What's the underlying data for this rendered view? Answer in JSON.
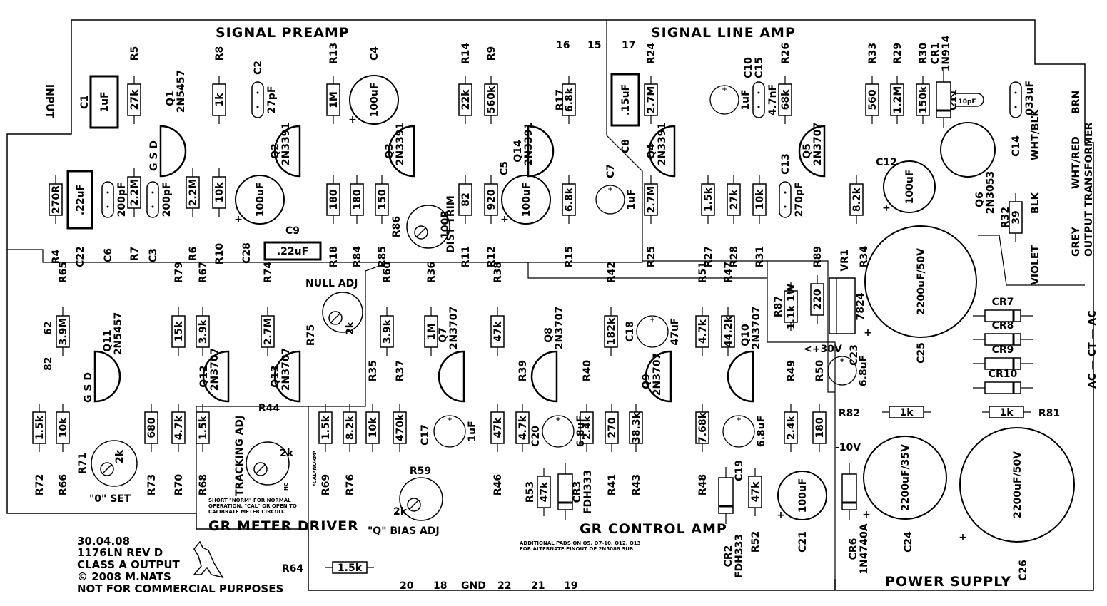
{
  "sections": {
    "signal_preamp": "SIGNAL PREAMP",
    "signal_line_amp": "SIGNAL LINE AMP",
    "gr_meter_driver": "GR METER DRIVER",
    "gr_control_amp": "GR CONTROL AMP",
    "power_supply": "POWER SUPPLY"
  },
  "labels": {
    "input": "INPUT",
    "null_adj": "NULL ADJ",
    "tracking_adj": "TRACKING ADJ",
    "q_bias_adj": "\"Q\" BIAS ADJ",
    "zero_set": "\"0\" SET",
    "dist_trim": "DIST TRIM",
    "plus30v": "<+30V",
    "minus10v": "-10V",
    "output_transformer": "OUTPUT TRANSFORMER",
    "grey": "GREY",
    "violet": "VIOLET",
    "wht_red": "WHT/RED",
    "blk": "BLK",
    "brn": "BRN",
    "wht_blk": "WHT/BLK",
    "ac_ct_ac": "AC — CT — AC",
    "short_note_1": "SHORT \"NORM\" FOR NORMAL",
    "short_note_2": "OPERATION, \"CAL\" OR OPEN TO",
    "short_note_3": "CALIBRATE METER CIRCUIT.",
    "pads_note_1": "ADDITIONAL PADS ON Q5, Q7-10, Q12, Q13",
    "pads_note_2": "FOR ALTERNATE PINOUT OF 2N5088 SUB",
    "cal_norm": "*CAL*NORM*",
    "nc": "NC",
    "gsd": "G S D"
  },
  "info_block": {
    "date": "30.04.08",
    "model": "1176LN REV D",
    "output": "CLASS A OUTPUT",
    "copyright": "© 2008 M.NATS",
    "note": "NOT FOR COMMERCIAL PURPOSES"
  },
  "pins": {
    "p16": "16",
    "p15": "15",
    "p17": "17",
    "p20": "20",
    "p18": "18",
    "gnd": "GND",
    "p22": "22",
    "p21": "21",
    "p19": "19",
    "p62": "62",
    "p82": "82"
  },
  "resistors": [
    {
      "ref": "R4",
      "val": "270R"
    },
    {
      "ref": "R5",
      "val": "27k"
    },
    {
      "ref": "R7",
      "val": "2.2M"
    },
    {
      "ref": "R6",
      "val": "2.2M"
    },
    {
      "ref": "R8",
      "val": "1k"
    },
    {
      "ref": "R10",
      "val": "10k"
    },
    {
      "ref": "R13",
      "val": "1M"
    },
    {
      "ref": "R18",
      "val": "180"
    },
    {
      "ref": "R84",
      "val": "180"
    },
    {
      "ref": "R85",
      "val": "150"
    },
    {
      "ref": "R14",
      "val": "22k"
    },
    {
      "ref": "R9",
      "val": "560k"
    },
    {
      "ref": "R11",
      "val": "82"
    },
    {
      "ref": "R12",
      "val": "920"
    },
    {
      "ref": "R17",
      "val": "6.8k"
    },
    {
      "ref": "R15",
      "val": "6.8k"
    },
    {
      "ref": "R24",
      "val": "2.7M"
    },
    {
      "ref": "R25",
      "val": "2.7M"
    },
    {
      "ref": "R26",
      "val": "68k"
    },
    {
      "ref": "R27",
      "val": "1.5k"
    },
    {
      "ref": "R28",
      "val": "27k"
    },
    {
      "ref": "R31",
      "val": "10k"
    },
    {
      "ref": "R33",
      "val": "560"
    },
    {
      "ref": "R29",
      "val": "1.2M"
    },
    {
      "ref": "R30",
      "val": "150k"
    },
    {
      "ref": "R34",
      "val": "8.2k"
    },
    {
      "ref": "R32",
      "val": "39"
    },
    {
      "ref": "R89",
      "val": "220"
    },
    {
      "ref": "R87",
      "val": "1.1k 1W"
    },
    {
      "ref": "R65",
      "val": "3.9M"
    },
    {
      "ref": "R79",
      "val": "15k"
    },
    {
      "ref": "R67",
      "val": "3.9k"
    },
    {
      "ref": "R74",
      "val": "2.7M"
    },
    {
      "ref": "R60",
      "val": "3.9k"
    },
    {
      "ref": "R36",
      "val": "1M"
    },
    {
      "ref": "R38",
      "val": "47k"
    },
    {
      "ref": "R42",
      "val": "182k"
    },
    {
      "ref": "R51",
      "val": "4.7k"
    },
    {
      "ref": "R47",
      "val": "44.2k"
    },
    {
      "ref": "R72",
      "val": "1.5k"
    },
    {
      "ref": "R66",
      "val": "10k"
    },
    {
      "ref": "R73",
      "val": "680"
    },
    {
      "ref": "R70",
      "val": "4.7k"
    },
    {
      "ref": "R68",
      "val": "1.5k"
    },
    {
      "ref": "R69",
      "val": "1.5k"
    },
    {
      "ref": "R76",
      "val": "8.2k"
    },
    {
      "ref": "R35",
      "val": "10k"
    },
    {
      "ref": "R37",
      "val": "470k"
    },
    {
      "ref": "R46",
      "val": "47k"
    },
    {
      "ref": "R39",
      "val": "4.7k"
    },
    {
      "ref": "R40",
      "val": "2.4k"
    },
    {
      "ref": "R41",
      "val": "270"
    },
    {
      "ref": "R43",
      "val": "38.3k"
    },
    {
      "ref": "R48",
      "val": "7.68k"
    },
    {
      "ref": "R49",
      "val": "2.4k"
    },
    {
      "ref": "R50",
      "val": "180"
    },
    {
      "ref": "R53",
      "val": "47k"
    },
    {
      "ref": "R52",
      "val": "47k"
    },
    {
      "ref": "R82",
      "val": "1k"
    },
    {
      "ref": "R81",
      "val": "1k"
    },
    {
      "ref": "R64",
      "val": "1.5k"
    }
  ],
  "trimmers": [
    {
      "ref": "R86",
      "val": "100R"
    },
    {
      "ref": "R75",
      "val": "2k"
    },
    {
      "ref": "R71",
      "val": "2k"
    },
    {
      "ref": "R44",
      "val": "2k"
    },
    {
      "ref": "R59",
      "val": "2k"
    }
  ],
  "capacitors": [
    {
      "ref": "C1",
      "val": "1uF"
    },
    {
      "ref": "C22",
      "val": ".22uF"
    },
    {
      "ref": "C6",
      "val": "200pF"
    },
    {
      "ref": "C3",
      "val": "200pF"
    },
    {
      "ref": "C2",
      "val": "27pF"
    },
    {
      "ref": "C28",
      "val": "100uF"
    },
    {
      "ref": "C9",
      "val": ".22uF"
    },
    {
      "ref": "C4",
      "val": "100uF"
    },
    {
      "ref": "C5",
      "val": "100uF"
    },
    {
      "ref": "C7",
      "val": "1uF"
    },
    {
      "ref": "C8",
      "val": ".15uF"
    },
    {
      "ref": "C10",
      "val": "1uF"
    },
    {
      "ref": "C15",
      "val": "4.7nF"
    },
    {
      "ref": "C13",
      "val": "270pF"
    },
    {
      "ref": "C12",
      "val": "100uF"
    },
    {
      "ref": "C11",
      "val": "10pF"
    },
    {
      "ref": "C14",
      "val": ".033uF"
    },
    {
      "ref": "C25",
      "val": "2200uF/50V"
    },
    {
      "ref": "C18",
      "val": "47uF"
    },
    {
      "ref": "C23",
      "val": "6.8uF"
    },
    {
      "ref": "C17",
      "val": "1uF"
    },
    {
      "ref": "C20",
      "val": "6.8uF"
    },
    {
      "ref": "C19",
      "val": "6.8uF"
    },
    {
      "ref": "C21",
      "val": "100uF"
    },
    {
      "ref": "C24",
      "val": "2200uF/35V"
    },
    {
      "ref": "C26",
      "val": "2200uF/50V"
    }
  ],
  "transistors": [
    {
      "ref": "Q1",
      "val": "2N5457"
    },
    {
      "ref": "Q2",
      "val": "2N3391"
    },
    {
      "ref": "Q3",
      "val": "2N3391"
    },
    {
      "ref": "Q14",
      "val": "2N3391"
    },
    {
      "ref": "Q4",
      "val": "2N3391"
    },
    {
      "ref": "Q5",
      "val": "2N3707"
    },
    {
      "ref": "Q6",
      "val": "2N3053"
    },
    {
      "ref": "Q11",
      "val": "2N5457"
    },
    {
      "ref": "Q12",
      "val": "2N3707"
    },
    {
      "ref": "Q13",
      "val": "2N3707"
    },
    {
      "ref": "Q7",
      "val": "2N3707"
    },
    {
      "ref": "Q8",
      "val": "2N3707"
    },
    {
      "ref": "Q9",
      "val": "2N3707"
    },
    {
      "ref": "Q10",
      "val": "2N3707"
    }
  ],
  "diodes": [
    {
      "ref": "CR1",
      "val": "1N914"
    },
    {
      "ref": "CR2",
      "val": "FDH333"
    },
    {
      "ref": "CR3",
      "val": "FDH333"
    },
    {
      "ref": "CR6",
      "val": "1N4740A"
    },
    {
      "ref": "CR7",
      "val": ""
    },
    {
      "ref": "CR8",
      "val": ""
    },
    {
      "ref": "CR9",
      "val": ""
    },
    {
      "ref": "CR10",
      "val": ""
    }
  ],
  "regulator": {
    "ref": "VR1",
    "val": "7824"
  }
}
